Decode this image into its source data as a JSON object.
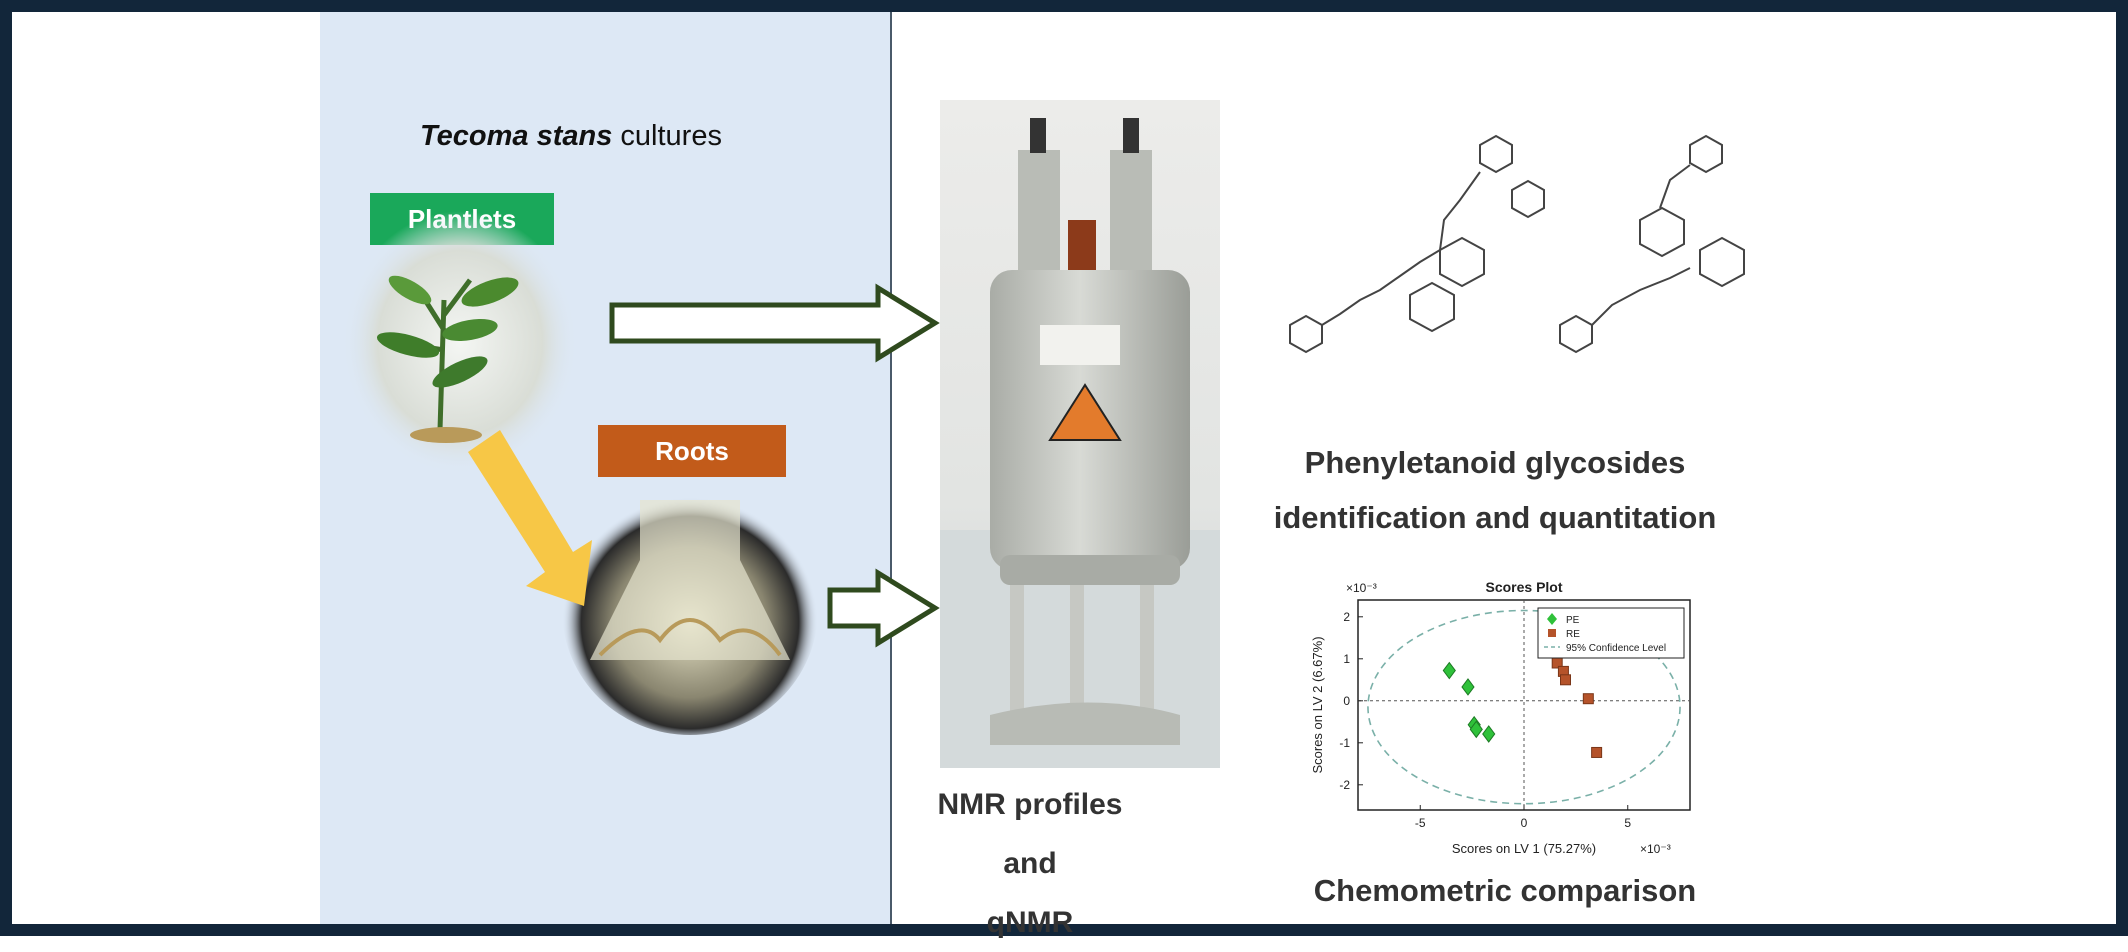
{
  "left_panel": {
    "title_species": "Tecoma stans",
    "title_rest": " cultures",
    "plantlets_label": "Plantlets",
    "roots_label": "Roots"
  },
  "nmr": {
    "line1": "NMR profiles",
    "line2": "and",
    "line3": "qNMR"
  },
  "glycosides": {
    "line1": "Phenyletanoid glycosides",
    "line2": "identification and quantitation"
  },
  "chemometric_caption": "Chemometric comparison",
  "colors": {
    "frame": "#12263a",
    "left_panel_bg": "#dde8f5",
    "plantlets_badge": "#1aa85a",
    "roots_badge": "#c25b1a",
    "arrow_outline": "#2f4a1e",
    "diagonal_arrow": "#f7c746",
    "pe_marker": "#2fc13a",
    "re_marker": "#b5532a"
  },
  "chart_data": {
    "type": "scatter",
    "title": "Scores Plot",
    "xlabel": "Scores on LV 1 (75.27%)",
    "ylabel": "Scores on LV 2 (6.67%)",
    "x_exponent": "×10⁻³",
    "y_exponent": "×10⁻³",
    "xlim": [
      -8,
      8
    ],
    "ylim": [
      -2.6,
      2.4
    ],
    "x_ticks": [
      -5,
      0,
      5
    ],
    "y_ticks": [
      -2,
      -1,
      0,
      1,
      2
    ],
    "series": [
      {
        "name": "PE",
        "marker": "diamond",
        "color": "#2fc13a",
        "x": [
          -3.6,
          -2.7,
          -2.4,
          -2.3,
          -1.7
        ],
        "y": [
          0.72,
          0.33,
          -0.57,
          -0.68,
          -0.79
        ]
      },
      {
        "name": "RE",
        "marker": "square",
        "color": "#b5532a",
        "x": [
          1.6,
          1.9,
          2.0,
          3.1,
          3.5
        ],
        "y": [
          0.9,
          0.7,
          0.5,
          0.05,
          -1.23
        ]
      }
    ],
    "confidence_label": "95% Confidence Level",
    "legend": "top-right"
  }
}
